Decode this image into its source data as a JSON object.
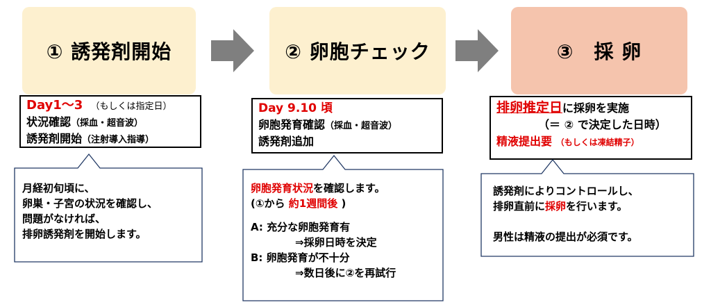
{
  "steps": [
    {
      "label": "① 誘発剤開始"
    },
    {
      "label": "② 卵胞チェック"
    },
    {
      "label": "③　採 卵"
    }
  ],
  "box1": {
    "day": "Day1～3",
    "day_note": "（もしくは指定日）",
    "line2_main": "状況確認",
    "line2_note": "（採血・超音波）",
    "line3_main": "誘発剤開始",
    "line3_note": "（注射導入指導）"
  },
  "box2": {
    "day": "Day 9.10 頃",
    "line2_main": "卵胞発育確認",
    "line2_note": "（採血・超音波）",
    "line3_main": "誘発剤追加"
  },
  "box3": {
    "line1_red": "排卵推定日",
    "line1_rest": "に採卵を実施",
    "line2": "（＝ ② で決定した日時）",
    "line3_red": "精液提出要",
    "line3_note": "（もしくは凍結精子）"
  },
  "callout1": {
    "lines": [
      "月経初旬頃に、",
      "卵巣・子宮の状況を確認し、",
      "問題がなければ、",
      "排卵誘発剤を開始します。"
    ]
  },
  "callout2": {
    "line1_red": "卵胞発育状況",
    "line1_rest": "を確認します。",
    "line2_a": "(①から ",
    "line2_red": "約1週間後",
    "line2_b": " )",
    "a_label": "A: 充分な卵胞発育有",
    "a_result": "⇒採卵日時を決定",
    "b_label": "B: 卵胞発育が不十分",
    "b_result": "⇒数日後に②を再試行"
  },
  "callout3": {
    "line1": "誘発剤によりコントロールし、",
    "line2_a": "排卵直前に",
    "line2_red": "採卵",
    "line2_b": "を行います。",
    "line3": "男性は精液の提出が必須です。"
  }
}
